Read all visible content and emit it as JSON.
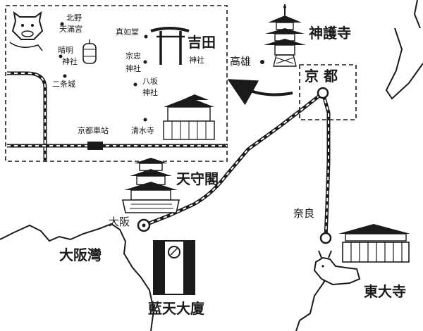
{
  "map": {
    "labels": {
      "jingoji": "神護寺",
      "takao": "高雄",
      "kyoto": "京 都",
      "osaka": "大阪",
      "tenshukaku": "天守閣",
      "nara": "奈良",
      "todaiji": "東大寺",
      "osaka_bay": "大阪灣",
      "aiten_building": "藍天大廈"
    },
    "inset": {
      "kitano": "北野",
      "tenmangu": "天滿宮",
      "seimei": "晴明",
      "seimei_shrine": "神社",
      "nijo": "二条城",
      "shinnyodo": "真如堂",
      "yoshida": "吉田",
      "yoshida_shrine": "神社",
      "munetada": "宗忠",
      "munetada_shrine": "神社",
      "yasaka": "八坂",
      "yasaka_shrine": "神社",
      "kyoto_station": "京都車站",
      "kiyomizu": "清水寺"
    }
  }
}
